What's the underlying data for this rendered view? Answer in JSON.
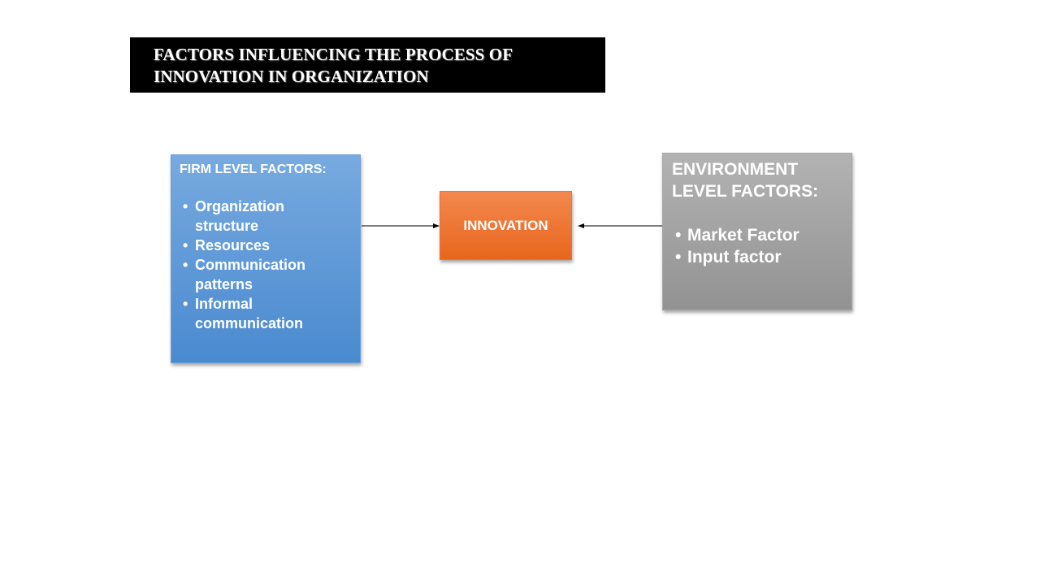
{
  "title": "FACTORS INFLUENCING THE PROCESS OF INNOVATION IN ORGANIZATION",
  "firm": {
    "heading": "FIRM LEVEL FACTORS:",
    "items": [
      "Organization structure",
      "Resources",
      "Communication patterns",
      "Informal communication"
    ]
  },
  "center": {
    "label": "INNOVATION"
  },
  "environment": {
    "heading": "ENVIRONMENT LEVEL FACTORS:",
    "items": [
      "Market Factor",
      "Input factor"
    ]
  },
  "colors": {
    "title_bg": "#000000",
    "firm_box": "#5b97d8",
    "innovation_box": "#ee7431",
    "environment_box": "#a0a0a0",
    "arrow": "#000000"
  }
}
